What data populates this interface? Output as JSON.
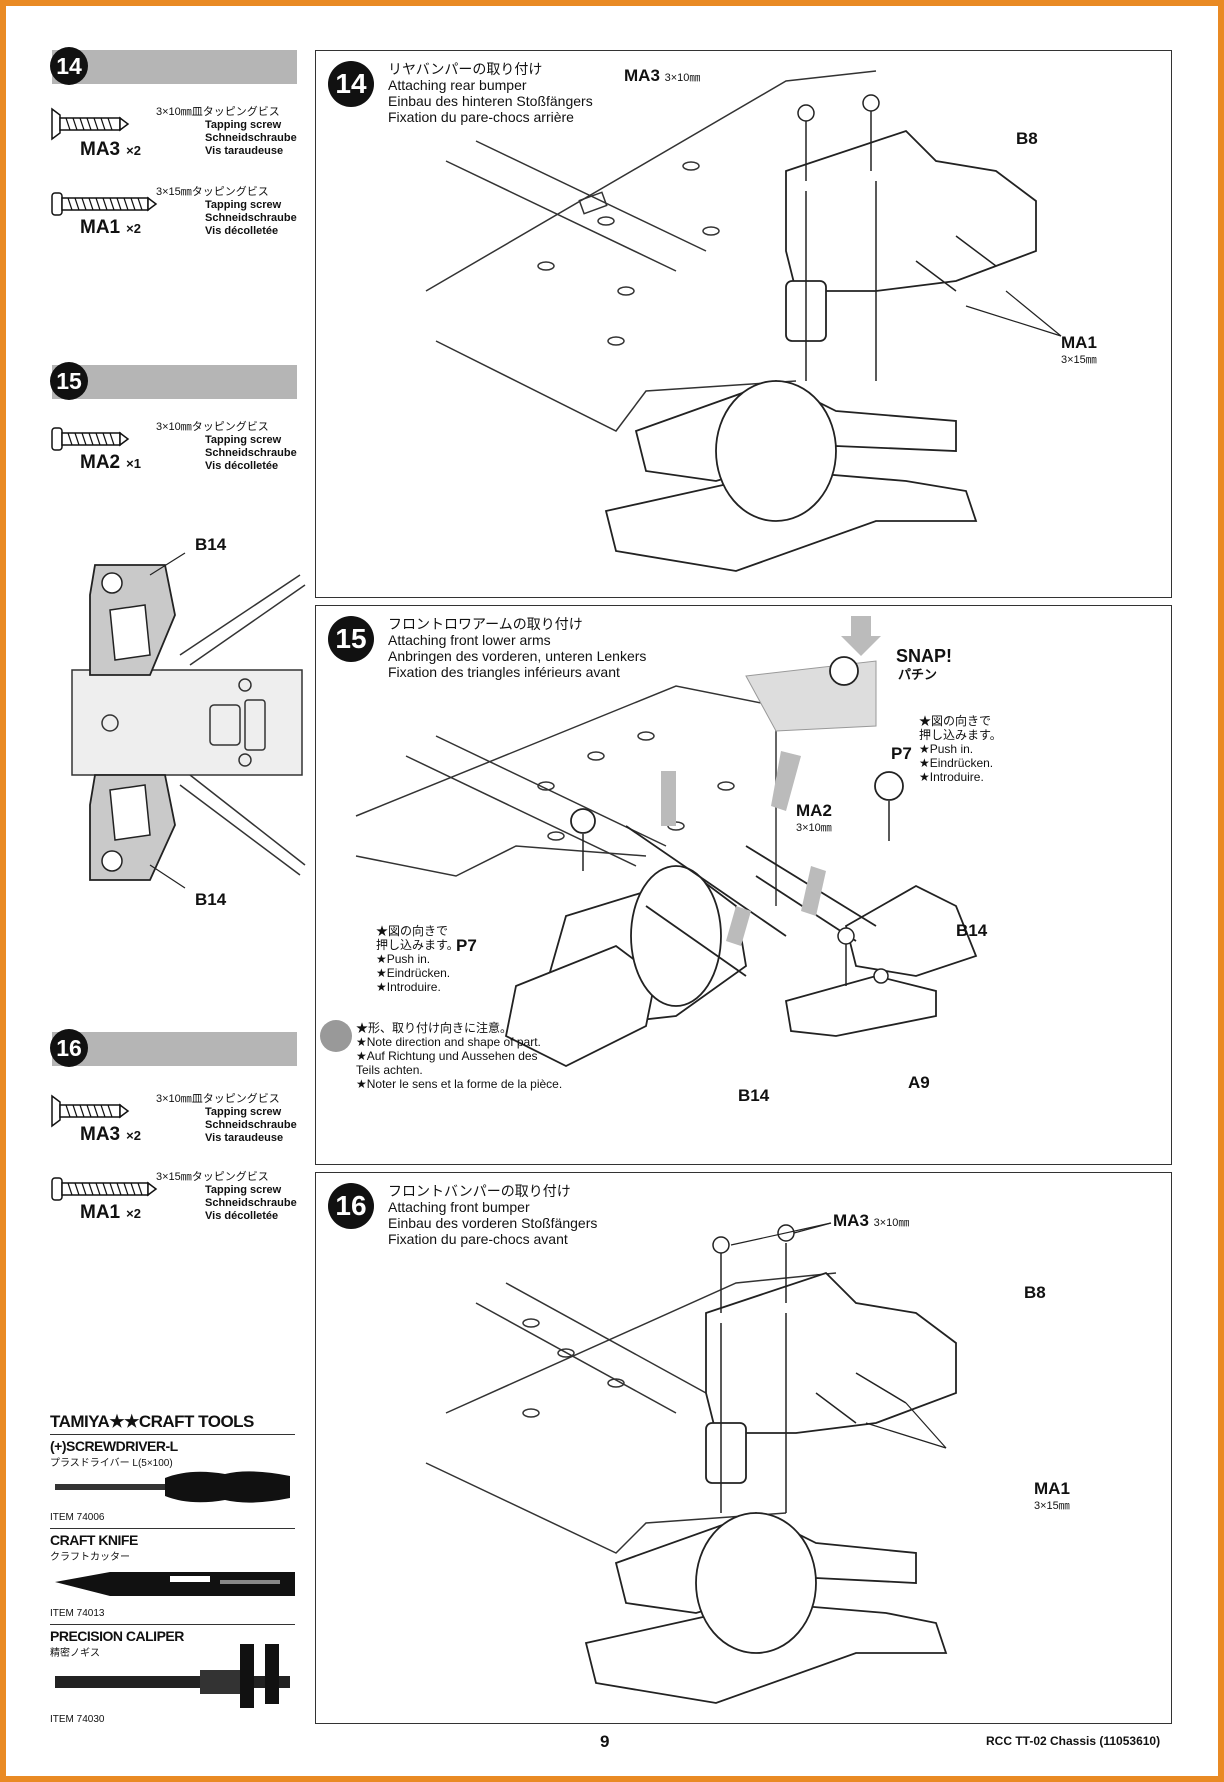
{
  "sidebar": {
    "step14": {
      "num": "14",
      "screws": [
        {
          "ja": "3×10㎜皿タッピングビス",
          "en": "Tapping screw",
          "de": "Schneidschraube",
          "fr": "Vis taraudeuse",
          "code": "MA3",
          "qty": "×2"
        },
        {
          "ja": "3×15㎜タッピングビス",
          "en": "Tapping screw",
          "de": "Schneidschraube",
          "fr": "Vis décolletée",
          "code": "MA1",
          "qty": "×2"
        }
      ]
    },
    "step15": {
      "num": "15",
      "screws": [
        {
          "ja": "3×10㎜タッピングビス",
          "en": "Tapping screw",
          "de": "Schneidschraube",
          "fr": "Vis décolletée",
          "code": "MA2",
          "qty": "×1"
        }
      ],
      "part_top": "B14",
      "part_bottom": "B14"
    },
    "step16": {
      "num": "16",
      "screws": [
        {
          "ja": "3×10㎜皿タッピングビス",
          "en": "Tapping screw",
          "de": "Schneidschraube",
          "fr": "Vis taraudeuse",
          "code": "MA3",
          "qty": "×2"
        },
        {
          "ja": "3×15㎜タッピングビス",
          "en": "Tapping screw",
          "de": "Schneidschraube",
          "fr": "Vis décolletée",
          "code": "MA1",
          "qty": "×2"
        }
      ]
    }
  },
  "tools": {
    "brand": "TAMIYA★★CRAFT TOOLS",
    "items": [
      {
        "name": "(+)SCREWDRIVER-L",
        "ja": "プラスドライバー L(5×100)",
        "item": "ITEM 74006"
      },
      {
        "name": "CRAFT KNIFE",
        "ja": "クラフトカッター",
        "item": "ITEM 74013"
      },
      {
        "name": "PRECISION CALIPER",
        "ja": "精密ノギス",
        "item": "ITEM 74030"
      }
    ]
  },
  "panels": [
    {
      "num": "14",
      "title_ja": "リヤバンパーの取り付け",
      "title_en": "Attaching rear bumper",
      "title_de": "Einbau des hinteren Stoßfängers",
      "title_fr": "Fixation du pare-chocs arrière",
      "labels": {
        "screw_top": "MA3",
        "screw_top_size": "3×10㎜",
        "part": "B8",
        "screw_side": "MA1",
        "screw_side_size": "3×15㎜"
      }
    },
    {
      "num": "15",
      "title_ja": "フロントロワアームの取り付け",
      "title_en": "Attaching front lower arms",
      "title_de": "Anbringen des vorderen, unteren Lenkers",
      "title_fr": "Fixation des triangles inférieurs avant",
      "labels": {
        "snap": "SNAP!",
        "snap_ja": "パチン",
        "p7_right": "P7",
        "p7_left": "P7",
        "ma2": "MA2",
        "ma2_size": "3×10㎜",
        "b14_right": "B14",
        "b14_bottom": "B14",
        "a9": "A9"
      },
      "push_note_right": [
        "★図の向きで",
        "押し込みます。",
        "★Push in.",
        "★Eindrücken.",
        "★Introduire."
      ],
      "push_note_left": [
        "★図の向きで",
        "押し込みます。",
        "★Push in.",
        "★Eindrücken.",
        "★Introduire."
      ],
      "direction_note": [
        "★形、取り付け向きに注意。",
        "★Note direction and shape of part.",
        "★Auf Richtung und Aussehen des",
        "Teils achten.",
        "★Noter le sens et la forme de la pièce."
      ]
    },
    {
      "num": "16",
      "title_ja": "フロントバンパーの取り付け",
      "title_en": "Attaching front bumper",
      "title_de": "Einbau des vorderen Stoßfängers",
      "title_fr": "Fixation du pare-chocs avant",
      "labels": {
        "screw_top": "MA3",
        "screw_top_size": "3×10㎜",
        "part": "B8",
        "screw_side": "MA1",
        "screw_side_size": "3×15㎜"
      }
    }
  ],
  "footer": {
    "page_number": "9",
    "doc": "RCC TT-02 Chassis (11053610)"
  },
  "colors": {
    "frame": "#e98a24",
    "bar": "#b5b5b5",
    "part_fill": "#c9c9c9"
  }
}
